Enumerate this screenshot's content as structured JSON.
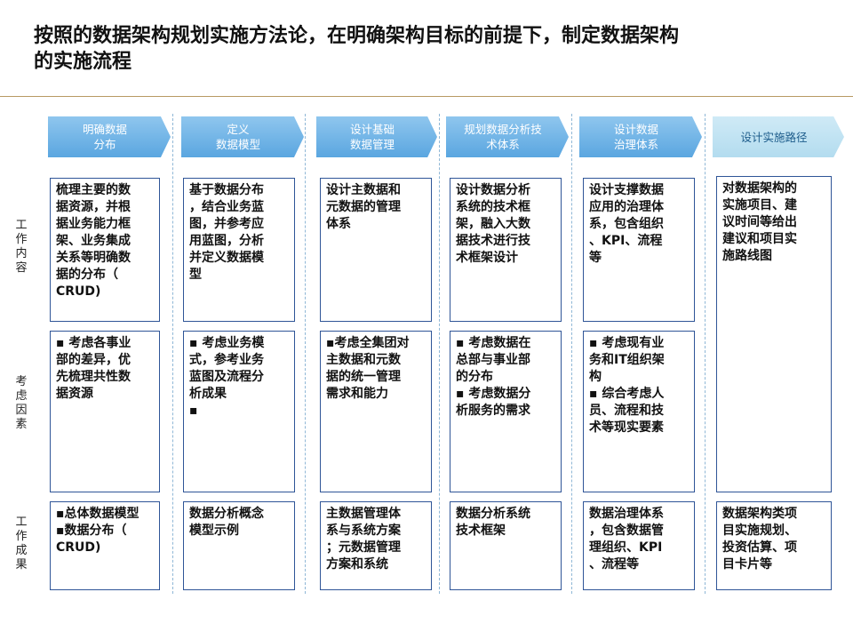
{
  "title_line1": "按照的数据架构规划实施方法论，在明确架构目标的前提下，制定数据架构",
  "title_line2": "的实施流程",
  "phases": [
    {
      "line1": "明确数据",
      "line2": "分布"
    },
    {
      "line1": "定义",
      "line2": "数据模型"
    },
    {
      "line1": "设计基础",
      "line2": "数据管理"
    },
    {
      "line1": "规划数据分析技",
      "line2": "术体系"
    },
    {
      "line1": "设计数据",
      "line2": "治理体系"
    },
    {
      "line1": "设计实施路径",
      "line2": ""
    }
  ],
  "row_labels": {
    "work_content": [
      "工",
      "作",
      "内",
      "容"
    ],
    "considerations": [
      "考",
      "虑",
      "因",
      "素"
    ],
    "work_results": [
      "工",
      "作",
      "成",
      "果"
    ]
  },
  "work_content": [
    [
      "梳理主要的数",
      "据资源，并根",
      "据业务能力框",
      "架、业务集成",
      "关系等明确数",
      "据的分布（",
      "CRUD)"
    ],
    [
      "基于数据分布",
      "，结合业务蓝",
      "图，并参考应",
      "用蓝图，分析",
      "并定义数据模",
      "型"
    ],
    [
      "设计主数据和",
      "元数据的管理",
      "体系"
    ],
    [
      "设计数据分析",
      "系统的技术框",
      "架，融入大数",
      "据技术进行技",
      "术框架设计"
    ],
    [
      "设计支撑数据",
      "应用的治理体",
      "系，包含组织",
      "、KPI、流程",
      "等"
    ],
    [
      "对数据架构的",
      "实施项目、建",
      "议时间等给出",
      "建议和项目实",
      "施路线图"
    ]
  ],
  "considerations": [
    [
      "▪ 考虑各事业",
      "部的差异，优",
      "先梳理共性数",
      "据资源"
    ],
    [
      "▪ 考虑业务模",
      "式，参考业务",
      "蓝图及流程分",
      "析成果",
      "▪"
    ],
    [
      "▪考虑全集团对",
      "主数据和元数",
      "据的统一管理",
      "需求和能力"
    ],
    [
      "▪  考虑数据在",
      "总部与事业部",
      "的分布",
      "▪ 考虑数据分",
      "析服务的需求"
    ],
    [
      "▪ 考虑现有业",
      "务和IT组织架",
      "构",
      "▪  综合考虑人",
      "员、流程和技",
      "术等现实要素"
    ]
  ],
  "work_results": [
    [
      "▪总体数据模型",
      "▪数据分布（",
      "CRUD)"
    ],
    [
      "数据分析概念",
      "模型示例"
    ],
    [
      "主数据管理体",
      "系与系统方案",
      "；元数据管理",
      "方案和系统"
    ],
    [
      "数据分析系统",
      "技术框架"
    ],
    [
      "数据治理体系",
      "，包含数据管",
      "理组织、KPI",
      "、流程等"
    ],
    [
      "数据架构类项",
      "目实施规划、",
      "投资估算、项",
      "目卡片等"
    ]
  ]
}
